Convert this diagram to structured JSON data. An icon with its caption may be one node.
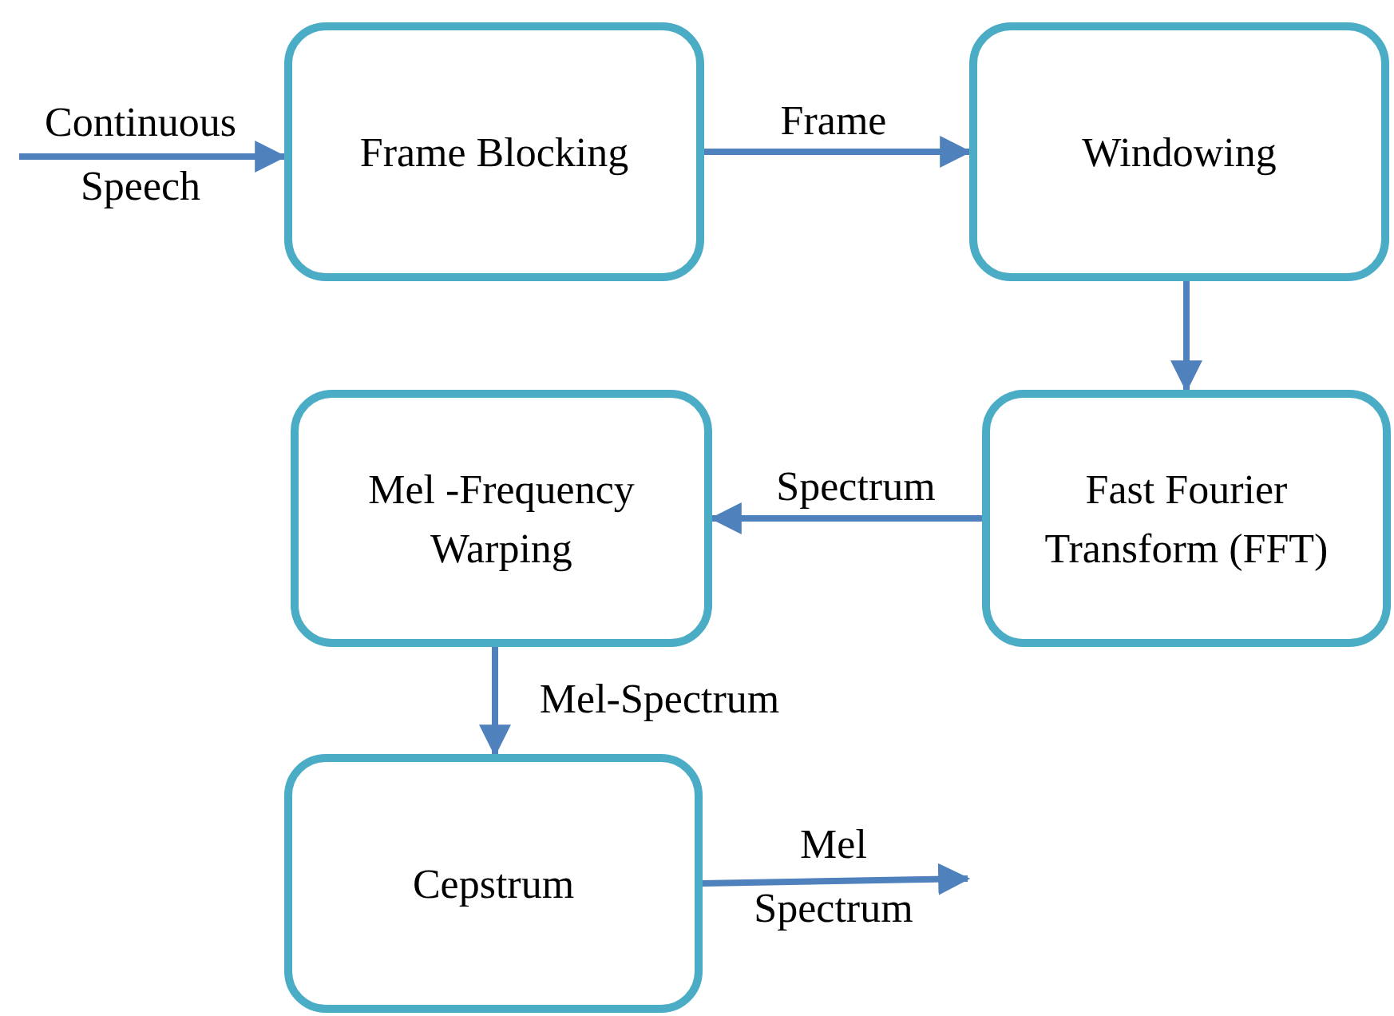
{
  "diagram": {
    "nodes": [
      {
        "text": [
          "Frame Blocking"
        ]
      },
      {
        "text": [
          "Windowing"
        ]
      },
      {
        "text": [
          "Fast Fourier Transform (FFT)"
        ]
      },
      {
        "text": [
          "Mel -Frequency Warping"
        ]
      },
      {
        "text": [
          "Cepstrum"
        ]
      }
    ],
    "edges": [
      {
        "from": null,
        "to": 0,
        "arrow": "to",
        "label": "Continuous Speech"
      },
      {
        "from": 0,
        "to": 1,
        "arrow": "to",
        "label": "Frame"
      },
      {
        "from": 1,
        "to": 2,
        "arrow": "to"
      },
      {
        "from": 2,
        "to": 3,
        "arrow": "to",
        "label": "Spectrum"
      },
      {
        "from": 3,
        "to": 4,
        "arrow": "to",
        "label": "Mel-Spectrum"
      },
      {
        "from": 4,
        "to": null,
        "arrow": "to",
        "label": "Mel Spectrum"
      }
    ]
  }
}
